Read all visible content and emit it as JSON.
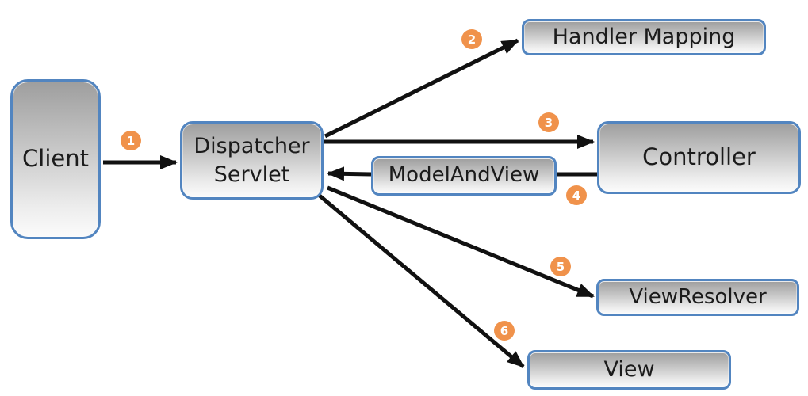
{
  "colors": {
    "box_border": "#5285c0",
    "box_gradient_top": "#9e9e9e",
    "box_gradient_bottom": "#fbfbfb",
    "badge_fill": "#f0924b",
    "badge_text": "#ffffff",
    "arrow": "#111111",
    "text": "#1b1b1b",
    "background": "#ffffff"
  },
  "nodes": {
    "client": {
      "label": "Client"
    },
    "dispatcher_servlet": {
      "label": "Dispatcher Servlet"
    },
    "handler_mapping": {
      "label": "Handler Mapping"
    },
    "controller": {
      "label": "Controller"
    },
    "model_and_view": {
      "label": "ModelAndView"
    },
    "view_resolver": {
      "label": "ViewResolver"
    },
    "view": {
      "label": "View"
    }
  },
  "steps": [
    {
      "label": "1",
      "from": "client",
      "to": "dispatcher_servlet"
    },
    {
      "label": "2",
      "from": "dispatcher_servlet",
      "to": "handler_mapping"
    },
    {
      "label": "3",
      "from": "dispatcher_servlet",
      "to": "controller"
    },
    {
      "label": "4",
      "from": "controller",
      "to": "dispatcher_servlet",
      "via": "model_and_view"
    },
    {
      "label": "5",
      "from": "dispatcher_servlet",
      "to": "view_resolver"
    },
    {
      "label": "6",
      "from": "dispatcher_servlet",
      "to": "view"
    }
  ]
}
